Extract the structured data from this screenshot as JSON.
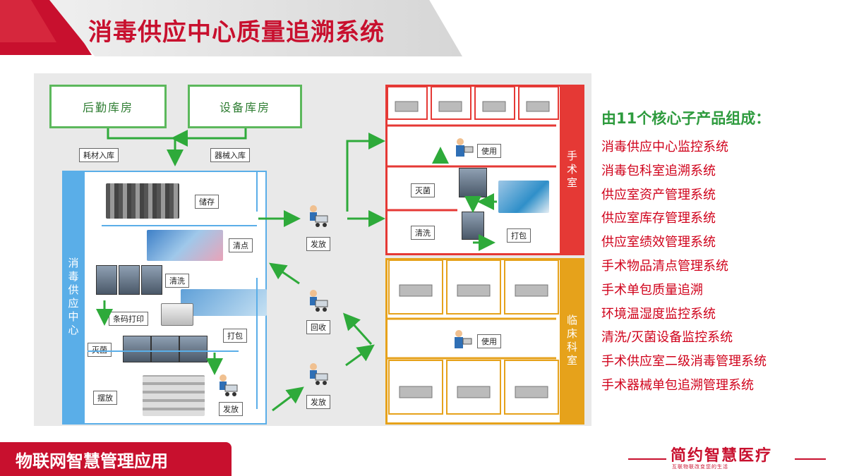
{
  "header": {
    "title": "消毒供应中心质量追溯系统"
  },
  "diagram": {
    "warehouses": [
      "后勤库房",
      "设备库房"
    ],
    "inbound_tags": [
      "耗材入库",
      "器械入库"
    ],
    "central_label": "消毒供应中心",
    "sterile_steps": [
      "储存",
      "清点",
      "清洗",
      "条码打印",
      "打包",
      "灭菌",
      "摆放",
      "发放"
    ],
    "transport": [
      "发放",
      "回收",
      "发放"
    ],
    "or_label": "手术室",
    "or_steps": [
      "使用",
      "灭菌",
      "清洗",
      "打包"
    ],
    "ward_label": "临床科室",
    "ward_step": "使用"
  },
  "products": {
    "title": "由11个核心子产品组成：",
    "items": [
      "消毒供应中心监控系统",
      "消毒包科室追溯系统",
      "供应室资产管理系统",
      "供应室库存管理系统",
      "供应室绩效管理系统",
      "手术物品清点管理系统",
      "手术单包质量追溯",
      "环境温湿度监控系统",
      "清洗/灭菌设备监控系统",
      "手术供应室二级消毒管理系统",
      "手术器械单包追溯管理系统"
    ]
  },
  "footer": {
    "label": "物联网智慧管理应用",
    "logo": "简约智慧医疗",
    "logo_sub": "互联物联改变您的生活"
  },
  "colors": {
    "brand_red": "#c8102e",
    "green": "#5cb85c",
    "blue": "#5aaee8",
    "or_red": "#e53935",
    "ward_orange": "#e6a21b"
  }
}
